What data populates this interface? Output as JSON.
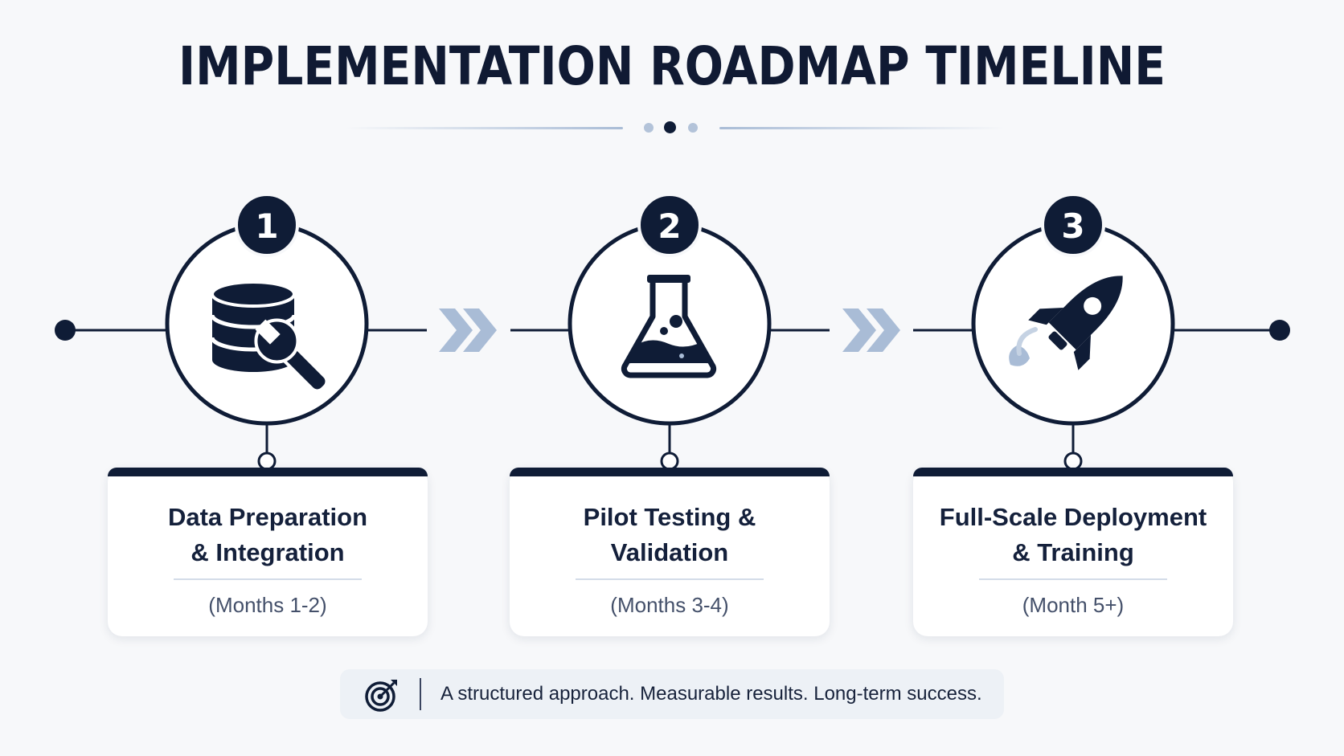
{
  "header": {
    "title": "IMPLEMENTATION ROADMAP TIMELINE"
  },
  "steps": [
    {
      "number": "1",
      "title": "Data Preparation\n& Integration",
      "period": "(Months 1-2)",
      "icon": "database-wrench-icon"
    },
    {
      "number": "2",
      "title": "Pilot Testing &\nValidation",
      "period": "(Months 3-4)",
      "icon": "flask-icon"
    },
    {
      "number": "3",
      "title": "Full-Scale Deployment\n& Training",
      "period": "(Month 5+)",
      "icon": "rocket-icon"
    }
  ],
  "footer": {
    "text": "A structured approach. Measurable results. Long-term success.",
    "icon": "target-icon"
  },
  "colors": {
    "navy": "#0f1c36",
    "accent_light": "#a9bcd6",
    "background": "#f7f8fa"
  }
}
